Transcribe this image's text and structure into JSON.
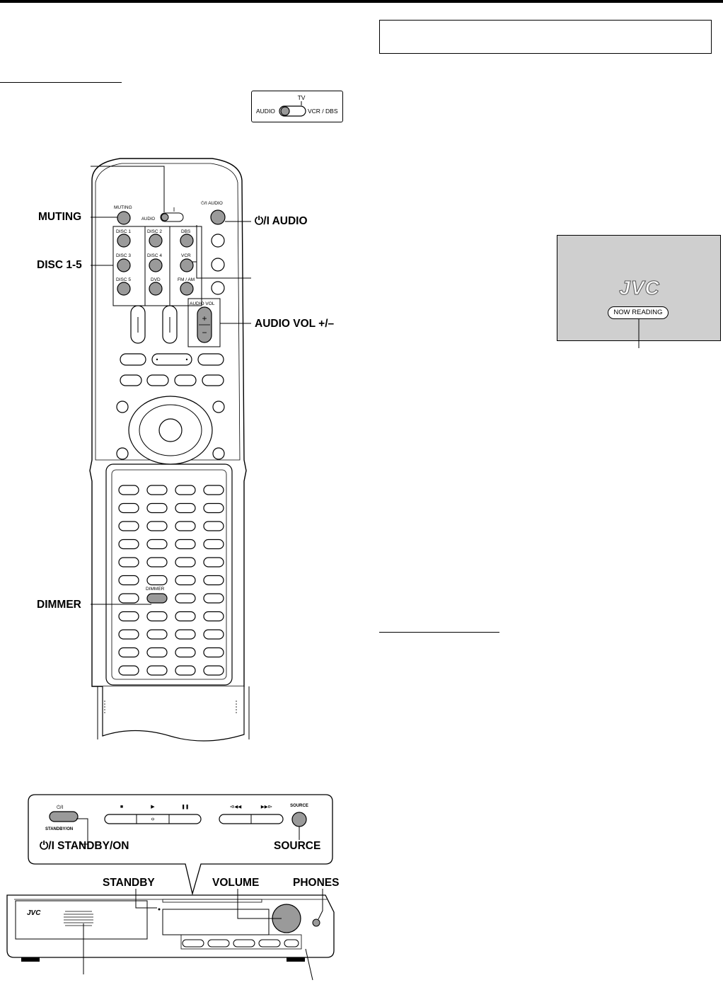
{
  "page": {
    "top_rule": true
  },
  "switch_inset": {
    "top_label": "TV",
    "left_label": "AUDIO",
    "right_label": "VCR / DBS"
  },
  "remote": {
    "callouts": {
      "muting": "MUTING",
      "disc": "DISC 1-5",
      "power_audio": "⏻/I  AUDIO",
      "audio_vol": "AUDIO VOL +/–",
      "dimmer": "DIMMER"
    },
    "button_labels": {
      "muting": "MUTING",
      "switch_audio": "AUDIO",
      "power_audio": "⏻/I  AUDIO",
      "disc1": "DISC 1",
      "disc2": "DISC 2",
      "disc3": "DISC 3",
      "disc4": "DISC 4",
      "disc5": "DISC 5",
      "dbs": "DBS",
      "vcr": "VCR",
      "dvd": "DVD",
      "fm_am": "FM / AM",
      "audio_vol": "AUDIO VOL",
      "plus": "+",
      "minus": "−",
      "dimmer": "DIMMER"
    }
  },
  "screen": {
    "logo": "JVC",
    "status": "NOW READING"
  },
  "front_panel": {
    "buttons": {
      "stop": "■",
      "play": "▶",
      "pause": "❚❚",
      "prev": "⧏◀◀",
      "next": "▶▶⧐",
      "source": "SOURCE",
      "power": "⏻/I",
      "standby_on": "STANDBY/ON"
    },
    "callouts": {
      "standby_on": "⏻/I  STANDBY/ON",
      "source": "SOURCE",
      "standby": "STANDBY",
      "volume": "VOLUME",
      "phones": "PHONES"
    },
    "logo": "JVC"
  }
}
